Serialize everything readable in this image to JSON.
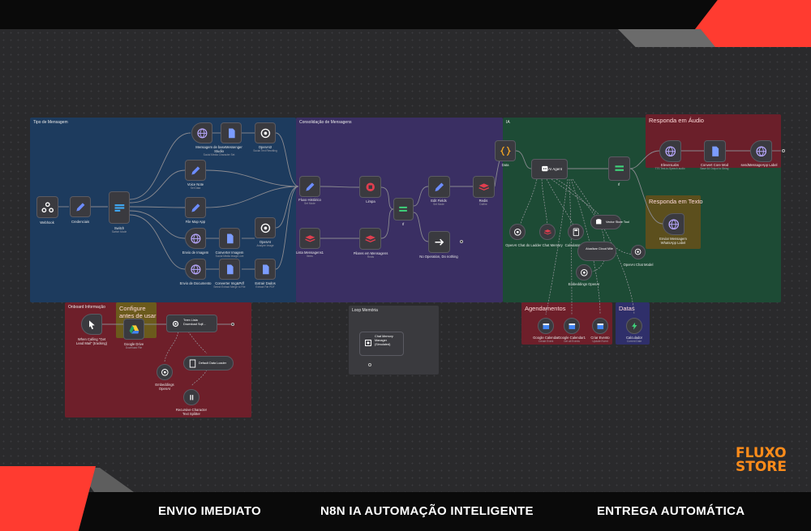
{
  "brand": {
    "line1": "FLUXO",
    "line2": "STORE",
    "color": "#ff8c1a"
  },
  "slogans": [
    "ENVIO IMEDIATO",
    "N8N IA AUTOMAÇÃO INTELIGENTE",
    "ENTREGA AUTOMÁTICA"
  ],
  "accent_red": "#ff3b30",
  "groups": {
    "tipos": "Tipo de Mensagem",
    "consolidacao": "Consolidação de Mensagens",
    "ia": "IA",
    "responda_audio": "Responda em Áudio",
    "responda_texto": "Responda em Texto",
    "onboarding": "Onboard Informação",
    "configure": "Configure\nantes de usar",
    "loop": "Loop Memória",
    "agendamentos": "Agendamentos",
    "datas": "Datas"
  },
  "nodes": {
    "webhook": "Webhook",
    "credenciais": "Credenciais",
    "switch": "Switch",
    "switch_sub": "Switch Mode",
    "msg_sem_midia": "Mensagem de baseMessenger Studio",
    "msg_sem_midia_sub": "Social Media Character Set",
    "openai_top": "OpenAI2",
    "openai_top_sub": "Social Text Rewriting",
    "voice": "Voice Note",
    "voice_sub": "Set Data",
    "file_app": "File Map App",
    "file_app_sub": "",
    "envio_imagem": "Envio de Imagem",
    "converter_imagem": "Converter Imagem",
    "converter_imagem_sub": "Social Media Image Live",
    "openai_mid": "OpenAI",
    "openai_mid_sub": "Analyze Image",
    "envio_doc": "Envio de Documento",
    "converter_doc": "Converter Img&amp;Pdf",
    "converter_doc_sub": "Select Extract Merge to File",
    "extrair_dados": "Extrair Dados",
    "extrair_dados_sub": "Extract File PDF",
    "fluxo_historico": "Fluxo Histórico",
    "fluxo_historico_sub": "Set Mode",
    "limpa": "Limpa",
    "lista_mensagens": "Lista Mensagens1",
    "lista_mensagens_sub": "Items",
    "pilares": "Pilares em Mensagens",
    "pilares_sub": "Redis",
    "if_node": "If",
    "edit_fields": "Edit Fields",
    "edit_fields_sub": "Set Mode",
    "redis_node": "Redis",
    "redis_sub": "Dolfire",
    "no_operation": "No Operation, Do nothing",
    "data": "Data",
    "ai_agent": "AI Agent",
    "if2": "If",
    "openai_chat1": "OpenAI Chat do Ladder Chat Memory",
    "redis_chat": "",
    "calculator": "Calculator",
    "postgres": "Vector Store Tool",
    "vector_store": "Atualizar Cloud Mile",
    "openai_model": "OpenAI Chat Model",
    "embeddings": "Embeddings OpenAI",
    "elevenlabs": "ElevenLabs",
    "elevenlabs_sub": "TTS Text-to-Speech audio",
    "convert_file": "Convert Core Mod",
    "convert_file_sub": "Base 64 Output to String",
    "send_audio": "sendMessageApp Label",
    "send_text": "Enviar Mensagem\nWhatsApp Label",
    "when_exec": "When Calling \"Get\nLead Mail\" (tracking)",
    "google_drive": "Google Drive",
    "google_drive_sub": "Download File",
    "get_list": "Trem Lista\nDownload Sqlf...",
    "embeddings2": "Embeddings\nOpenAI",
    "default_loader": "Default Data Loader",
    "splitter": "Recursive Character\nText Splitter",
    "memory_manager": "Chat Memory\nManager\n(Simulated)",
    "agenda1": "Google Calendar",
    "agenda1_sub": "Create Event",
    "agenda2": "Google Calendar1",
    "agenda2_sub": "Get all Events",
    "agenda3": "Criar Evento",
    "agenda3_sub": "Update Event",
    "datas_node": "Calculador",
    "datas_sub": "Current Date"
  }
}
